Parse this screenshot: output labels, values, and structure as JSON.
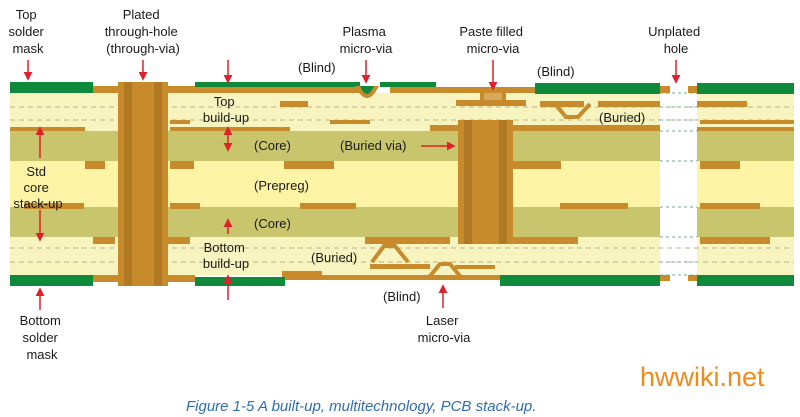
{
  "labels": {
    "top_solder_mask": [
      "Top",
      "solder",
      "mask"
    ],
    "plated_through_hole": [
      "Plated",
      "through-hole",
      "(through-via)"
    ],
    "plasma_micro_via": [
      "Plasma",
      "micro-via"
    ],
    "paste_filled_micro_via": [
      "Paste filled",
      "micro-via"
    ],
    "unplated_hole": [
      "Unplated",
      "hole"
    ],
    "blind_top_left": "(Blind)",
    "blind_top_right": "(Blind)",
    "top_build_up": [
      "Top",
      "build-up"
    ],
    "buried_right": "(Buried)",
    "core_upper": "(Core)",
    "buried_via": "(Buried via)",
    "std_core_stack_up": [
      "Std",
      "core",
      "stack-up"
    ],
    "prepreg": "(Prepreg)",
    "core_lower": "(Core)",
    "bottom_build_up": [
      "Bottom",
      "build-up"
    ],
    "buried_bottom": "(Buried)",
    "blind_bottom": "(Blind)",
    "bottom_solder_mask": [
      "Bottom",
      "solder",
      "mask"
    ],
    "laser_micro_via": [
      "Laser",
      "micro-via"
    ]
  },
  "caption": "Figure 1-5  A built-up, multitechnology, PCB stack-up.",
  "watermark": "hwwiki.net",
  "colors": {
    "solder_mask": "#0e8a3a",
    "copper": "#c88b2c",
    "copper_dark": "#a06a18",
    "core": "#c9c56c",
    "prepreg": "#fff3a6",
    "build_up": "#f7f4c0",
    "arrow": "#e0202a",
    "caption": "#2e6db5",
    "watermark": "#f08a1c"
  }
}
